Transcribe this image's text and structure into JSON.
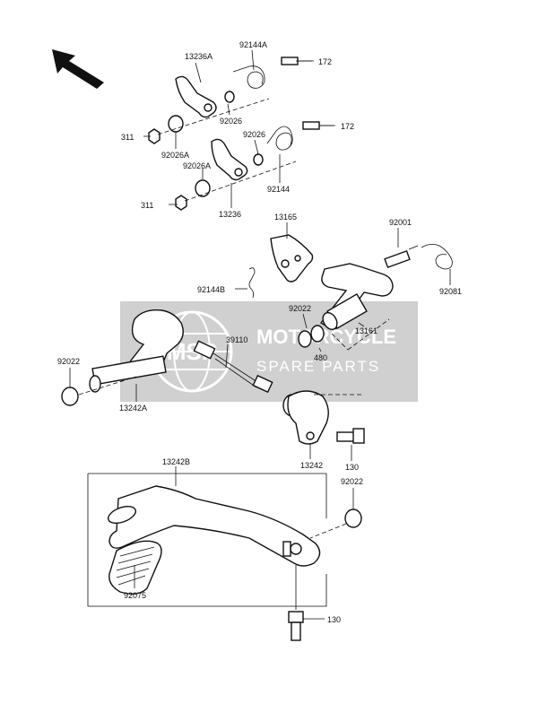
{
  "watermark": {
    "line1": "MOTORCYCLE",
    "line2": "SPARE PARTS",
    "logo": "MSP",
    "bg_color": "#c8c8c8",
    "text_color": "#ffffff"
  },
  "parts": {
    "p13236A": "13236A",
    "p92144A": "92144A",
    "p172a": "172",
    "p311a": "311",
    "p92026a": "92026",
    "p92026Aa": "92026A",
    "p92026b": "92026",
    "p92026Ab": "92026A",
    "p172b": "172",
    "p92144": "92144",
    "p311b": "311",
    "p13236": "13236",
    "p13165": "13165",
    "p92001": "92001",
    "p92144B": "92144B",
    "p92081": "92081",
    "p92022a": "92022",
    "p13161": "13161",
    "p39110": "39110",
    "p480": "480",
    "p92022b": "92022",
    "p13242A": "13242A",
    "p13242": "13242",
    "p130a": "130",
    "p13242B": "13242B",
    "p92022c": "92022",
    "p92075": "92075",
    "p130b": "130"
  }
}
